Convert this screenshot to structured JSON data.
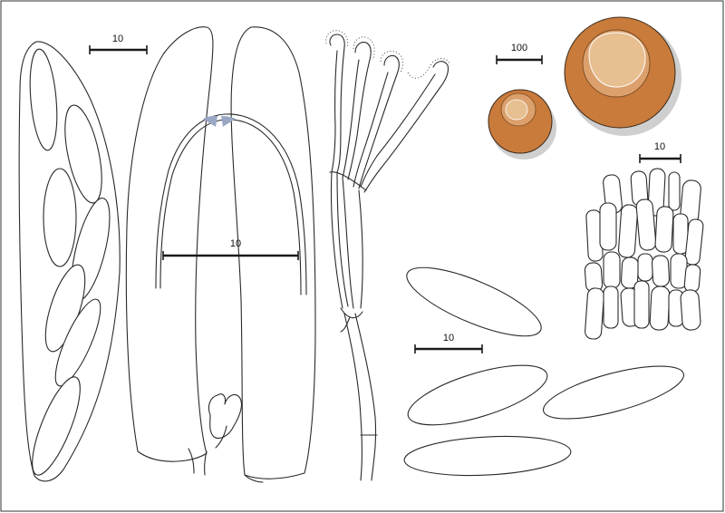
{
  "scale_bars": {
    "ascus": "10",
    "apex": "10",
    "ascomata": "100",
    "excipulum": "10",
    "ascospores": "10"
  },
  "colors": {
    "ascoma_outer": "#c97b3c",
    "ascoma_inner": "#dba06c",
    "ascoma_disc_inner": "#e8bf91",
    "ascoma_shadow": "#cfcfcf",
    "apical_stain": "#9aa7c4",
    "outline": "#2a2a2a"
  }
}
